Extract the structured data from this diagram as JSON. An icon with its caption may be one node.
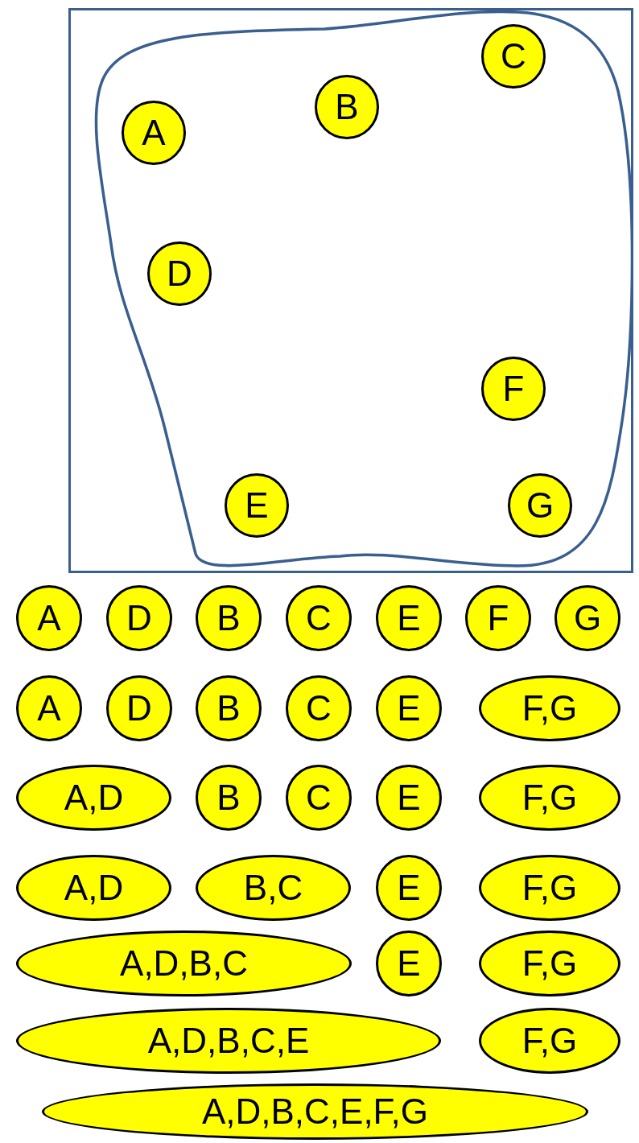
{
  "diagram": {
    "nodes": [
      {
        "text": [],
        "shape": "box"
      },
      {
        "text": [],
        "shape": "blob",
        "in": 0
      },
      {
        "text": [
          "A"
        ],
        "in": 1
      },
      {
        "text": [
          "B"
        ],
        "in": 1
      },
      {
        "text": [
          "C"
        ],
        "in": 1
      },
      {
        "text": [
          "D"
        ],
        "in": 1
      },
      {
        "text": [
          "E"
        ],
        "in": 1
      },
      {
        "text": [
          "F"
        ],
        "in": 1
      },
      {
        "text": [
          "G"
        ],
        "in": 1
      },
      {
        "text": [
          "A"
        ]
      },
      {
        "text": [
          "D"
        ]
      },
      {
        "text": [
          "B"
        ]
      },
      {
        "text": [
          "C"
        ]
      },
      {
        "text": [
          "E"
        ]
      },
      {
        "text": [
          "F"
        ]
      },
      {
        "text": [
          "G"
        ]
      },
      {
        "text": [
          "A"
        ]
      },
      {
        "text": [
          "D"
        ]
      },
      {
        "text": [
          "B"
        ]
      },
      {
        "text": [
          "C"
        ]
      },
      {
        "text": [
          "E"
        ]
      },
      {
        "text": [
          "F,G"
        ]
      },
      {
        "text": [
          "A,D"
        ]
      },
      {
        "text": [
          "B"
        ]
      },
      {
        "text": [
          "C"
        ]
      },
      {
        "text": [
          "E"
        ]
      },
      {
        "text": [
          "F,G"
        ]
      },
      {
        "text": [
          "A,D"
        ]
      },
      {
        "text": [
          "B,C"
        ]
      },
      {
        "text": [
          "E"
        ]
      },
      {
        "text": [
          "F,G"
        ]
      },
      {
        "text": [
          "A,D,B,C"
        ]
      },
      {
        "text": [
          "E"
        ]
      },
      {
        "text": [
          "F,G"
        ]
      },
      {
        "text": [
          "A,D,B,C,E"
        ]
      },
      {
        "text": [
          "F,G"
        ]
      },
      {
        "text": [
          "A,D,B,C,E,F,G"
        ]
      }
    ],
    "edges": []
  }
}
